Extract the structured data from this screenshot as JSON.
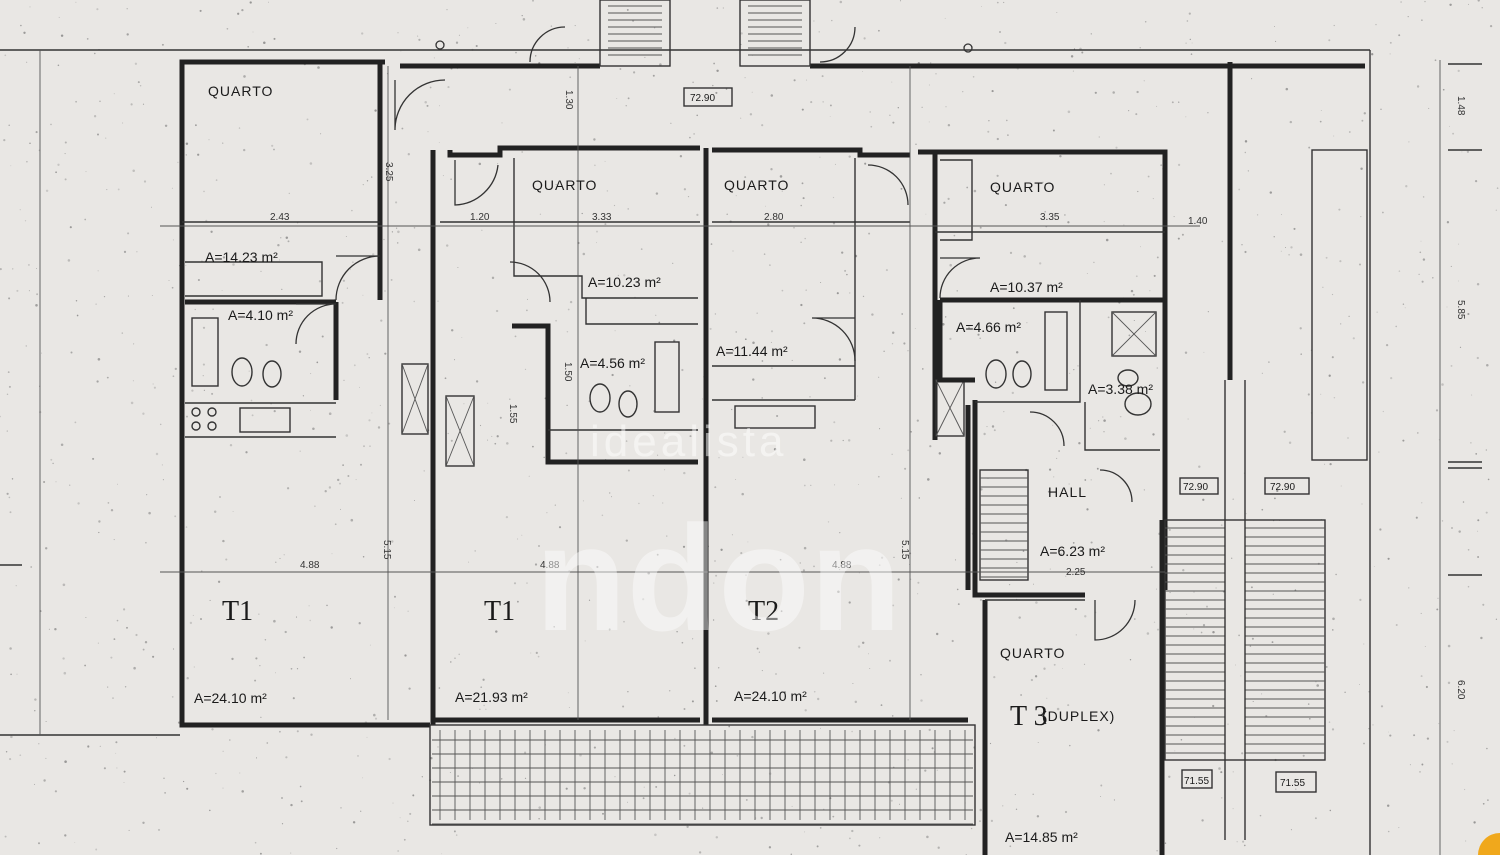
{
  "rooms": {
    "quarto": "QUARTO",
    "hall": "HALL"
  },
  "units": {
    "t1_left": "T1",
    "t1_mid": "T1",
    "t2": "T2",
    "t3": "T 3",
    "t3_note": "(DUPLEX)"
  },
  "areas": {
    "q1": "A=14.23 m²",
    "b1": "A=4.10 m²",
    "l1": "A=24.10 m²",
    "q2": "A=10.23 m²",
    "b2": "A=4.56 m²",
    "l2": "A=21.93 m²",
    "q3": "A=11.44 m²",
    "l3": "A=24.10 m²",
    "q4": "A=10.37 m²",
    "b4": "A=4.66 m²",
    "b5": "A=3.38 m²",
    "hall": "A=6.23 m²",
    "q5": "A=14.85 m²"
  },
  "dims": {
    "d243": "2.43",
    "d120": "1.20",
    "d333": "3.33",
    "d280": "2.80",
    "d335": "3.35",
    "d140": "1.40",
    "d488a": "4.88",
    "d488b": "4.88",
    "d488c": "4.88",
    "d225": "2.25",
    "d325": "3.25",
    "d515a": "5.15",
    "d515b": "5.15",
    "d130": "1.30",
    "d150": "1.50",
    "d155": "1.55",
    "d585": "5.85",
    "d148": "1.48",
    "d620": "6.20"
  },
  "levels": {
    "top": "72.90",
    "right1": "72.90",
    "right2": "72.90",
    "bot1": "71.55",
    "bot2": "71.55"
  },
  "watermark": {
    "main": "ndon",
    "sub": "idealista"
  },
  "colors": {
    "paper": "#e9e7e4",
    "ink": "#222222",
    "badge": "#f0a81c"
  }
}
